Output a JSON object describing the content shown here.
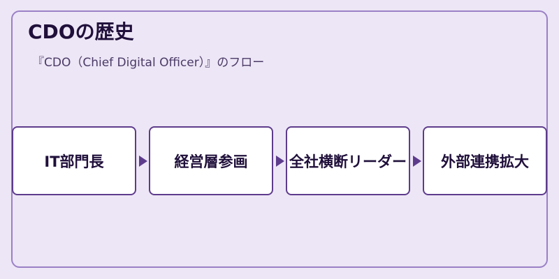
{
  "header": {
    "title": "CDOの歴史",
    "subtitle": "『CDO（Chief Digital Officer）』のフロー"
  },
  "flow": {
    "steps": [
      {
        "label": "IT部門長"
      },
      {
        "label": "経営層参画"
      },
      {
        "label": "全社横断リーダー"
      },
      {
        "label": "外部連携拡大"
      }
    ]
  },
  "colors": {
    "background": "#ede6f6",
    "frame_border": "#9a80c6",
    "step_border": "#5e3c8c",
    "step_fill": "#ffffff",
    "text": "#1f0f3a"
  }
}
